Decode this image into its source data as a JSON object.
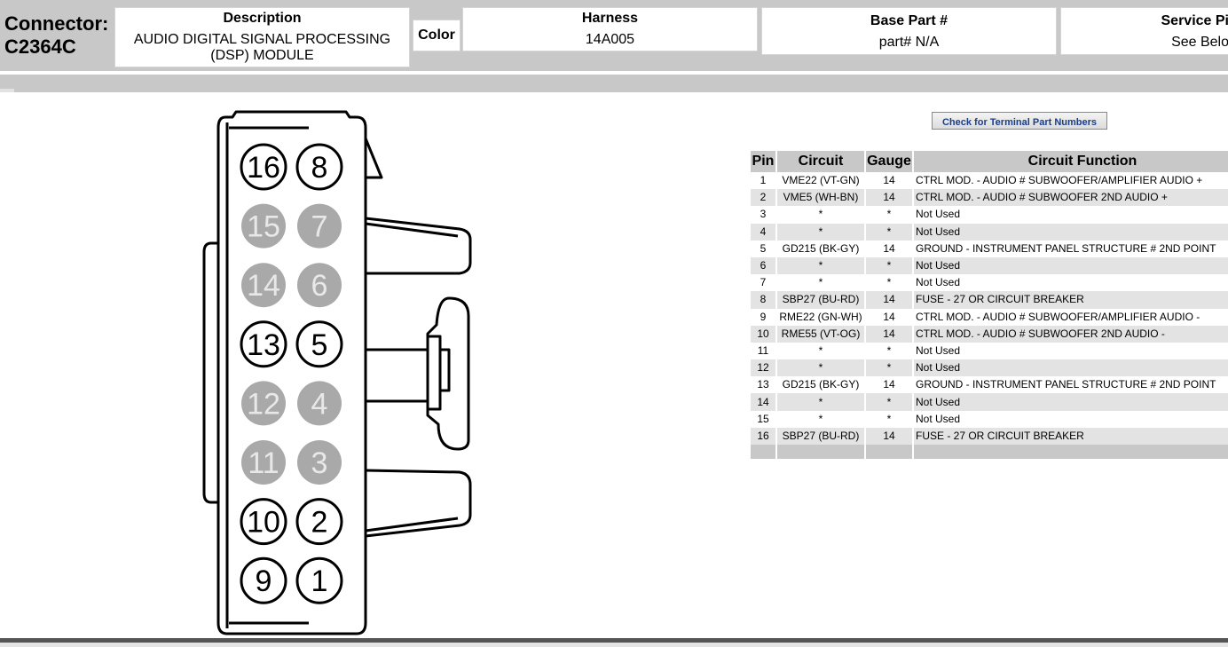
{
  "header": {
    "connector_label": "Connector:",
    "connector_id": "C2364C",
    "description_title": "Description",
    "description_value": "AUDIO DIGITAL SIGNAL PROCESSING (DSP) MODULE",
    "color_label": "Color",
    "harness_title": "Harness",
    "harness_value": "14A005",
    "base_part_title": "Base Part #",
    "base_part_value": "part# N/A",
    "service_pin_title": "Service Pi",
    "service_pin_value": "See Belo"
  },
  "check_button_label": "Check for Terminal Part Numbers",
  "table": {
    "headers": [
      "Pin",
      "Circuit",
      "Gauge",
      "Circuit Function"
    ],
    "rows": [
      {
        "pin": "1",
        "circuit": "VME22 (VT-GN)",
        "gauge": "14",
        "function": "CTRL MOD. - AUDIO # SUBWOOFER/AMPLIFIER AUDIO +"
      },
      {
        "pin": "2",
        "circuit": "VME5 (WH-BN)",
        "gauge": "14",
        "function": "CTRL MOD. - AUDIO # SUBWOOFER 2ND AUDIO +"
      },
      {
        "pin": "3",
        "circuit": "*",
        "gauge": "*",
        "function": "Not Used"
      },
      {
        "pin": "4",
        "circuit": "*",
        "gauge": "*",
        "function": "Not Used"
      },
      {
        "pin": "5",
        "circuit": "GD215 (BK-GY)",
        "gauge": "14",
        "function": "GROUND - INSTRUMENT PANEL STRUCTURE # 2ND POINT"
      },
      {
        "pin": "6",
        "circuit": "*",
        "gauge": "*",
        "function": "Not Used"
      },
      {
        "pin": "7",
        "circuit": "*",
        "gauge": "*",
        "function": "Not Used"
      },
      {
        "pin": "8",
        "circuit": "SBP27 (BU-RD)",
        "gauge": "14",
        "function": "FUSE - 27 OR CIRCUIT BREAKER"
      },
      {
        "pin": "9",
        "circuit": "RME22 (GN-WH)",
        "gauge": "14",
        "function": "CTRL MOD. - AUDIO # SUBWOOFER/AMPLIFIER AUDIO -"
      },
      {
        "pin": "10",
        "circuit": "RME55 (VT-OG)",
        "gauge": "14",
        "function": "CTRL MOD. - AUDIO # SUBWOOFER 2ND AUDIO -"
      },
      {
        "pin": "11",
        "circuit": "*",
        "gauge": "*",
        "function": "Not Used"
      },
      {
        "pin": "12",
        "circuit": "*",
        "gauge": "*",
        "function": "Not Used"
      },
      {
        "pin": "13",
        "circuit": "GD215 (BK-GY)",
        "gauge": "14",
        "function": "GROUND - INSTRUMENT PANEL STRUCTURE # 2ND POINT"
      },
      {
        "pin": "14",
        "circuit": "*",
        "gauge": "*",
        "function": "Not Used"
      },
      {
        "pin": "15",
        "circuit": "*",
        "gauge": "*",
        "function": "Not Used"
      },
      {
        "pin": "16",
        "circuit": "SBP27 (BU-RD)",
        "gauge": "14",
        "function": "FUSE - 27 OR CIRCUIT BREAKER"
      }
    ]
  },
  "connector_diagram": {
    "pins_rows": [
      {
        "left": "16",
        "right": "8",
        "left_used": true,
        "right_used": true
      },
      {
        "left": "15",
        "right": "7",
        "left_used": false,
        "right_used": false
      },
      {
        "left": "14",
        "right": "6",
        "left_used": false,
        "right_used": false
      },
      {
        "left": "13",
        "right": "5",
        "left_used": true,
        "right_used": true
      },
      {
        "left": "12",
        "right": "4",
        "left_used": false,
        "right_used": false
      },
      {
        "left": "11",
        "right": "3",
        "left_used": false,
        "right_used": false
      },
      {
        "left": "10",
        "right": "2",
        "left_used": true,
        "right_used": true
      },
      {
        "left": "9",
        "right": "1",
        "left_used": true,
        "right_used": true
      }
    ],
    "unused_fill": "#a9a9a9",
    "unused_text": "#e8e8e8"
  }
}
